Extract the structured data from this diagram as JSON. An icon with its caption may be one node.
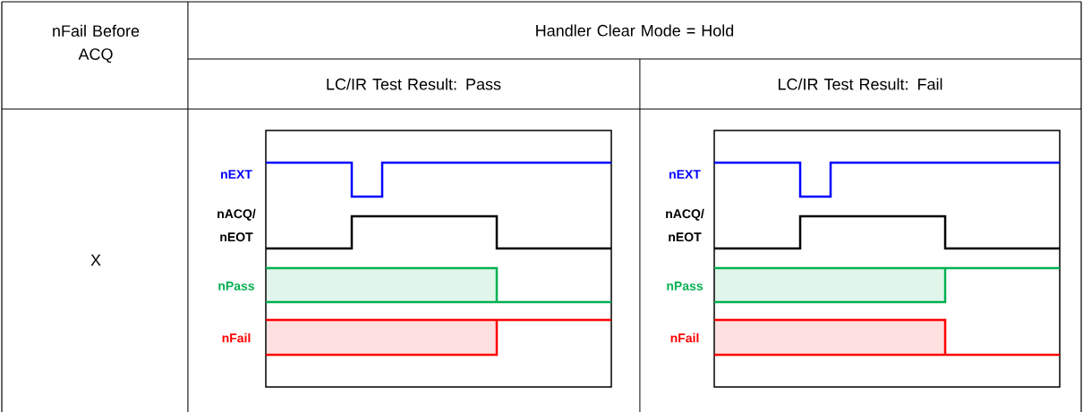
{
  "diagram": {
    "labels": [
      "nFail Before ACQ",
      "Handler Clear Mode = Hold",
      "LC/IR Test Result: Pass",
      "LC/IR Test Result: Fail",
      "X",
      "nEXT",
      "nACQ/ nEOT",
      "nPass",
      "nFail",
      "nEXT",
      "nACQ/ nEOT",
      "nPass",
      "nFail"
    ]
  }
}
